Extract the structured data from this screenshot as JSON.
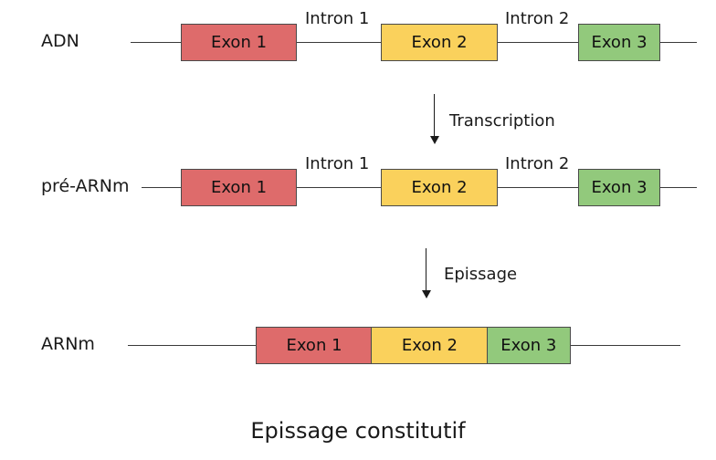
{
  "figure": {
    "caption": "Epissage constitutif",
    "colors": {
      "exon1": "#DE6B6B",
      "exon2": "#FAD15C",
      "exon3": "#92C97C",
      "line": "#3a3a3a",
      "text": "#1a1a1a",
      "background": "#ffffff"
    }
  },
  "rows": {
    "dna": {
      "label": "ADN",
      "exons": [
        {
          "name": "Exon 1"
        },
        {
          "name": "Exon 2"
        },
        {
          "name": "Exon 3"
        }
      ],
      "introns": [
        {
          "name": "Intron 1"
        },
        {
          "name": "Intron 2"
        }
      ]
    },
    "pre_mrna": {
      "label": "pré-ARNm",
      "exons": [
        {
          "name": "Exon 1"
        },
        {
          "name": "Exon 2"
        },
        {
          "name": "Exon 3"
        }
      ],
      "introns": [
        {
          "name": "Intron 1"
        },
        {
          "name": "Intron 2"
        }
      ]
    },
    "mrna": {
      "label": "ARNm",
      "exons": [
        {
          "name": "Exon 1"
        },
        {
          "name": "Exon 2"
        },
        {
          "name": "Exon 3"
        }
      ],
      "introns": []
    }
  },
  "arrows": [
    {
      "label": "Transcription"
    },
    {
      "label": "Epissage"
    }
  ]
}
